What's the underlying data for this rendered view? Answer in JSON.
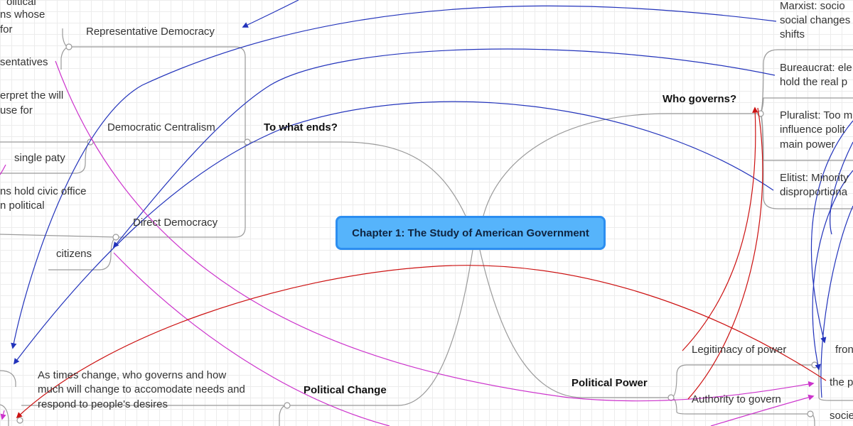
{
  "center_topic": "Chapter 1: The Study of American Government",
  "branches": {
    "to_what_ends": {
      "label": "To what ends?",
      "children": {
        "representative_democracy": {
          "label": "Representative Democracy",
          "notes": [
            "olitical",
            "ns whose",
            "for",
            "sentatives"
          ]
        },
        "democratic_centralism": {
          "label": "Democratic Centralism",
          "notes": [
            "erpret the will",
            "use for",
            "single paty"
          ]
        },
        "direct_democracy": {
          "label": "Direct Democracy",
          "notes": [
            "ns hold civic office",
            "n political",
            "citizens"
          ]
        }
      }
    },
    "who_governs": {
      "label": "Who governs?",
      "children": {
        "marxist": [
          "Marxist: socio",
          "social changes",
          "shifts"
        ],
        "bureaucrat": [
          "Bureaucrat: ele",
          "hold the real p"
        ],
        "pluralist": [
          "Pluralist: Too m",
          "influence polit",
          "main power"
        ],
        "elitist": [
          "Elitist: Minority",
          "disproportiona"
        ]
      }
    },
    "political_change": {
      "label": "Political Change",
      "note": [
        "As times change, who governs and how",
        "much will change to accomodate needs and",
        "respond to people's desires"
      ]
    },
    "political_power": {
      "label": "Political Power",
      "children": {
        "legitimacy": {
          "label": "Legitimacy of power",
          "notes": [
            "fron",
            "the p"
          ]
        },
        "authority": {
          "label": "Authority to govern",
          "notes": [
            "socie"
          ]
        }
      }
    }
  },
  "colors": {
    "center_fill": "#56b4fb",
    "center_border": "#2c8ef0",
    "connector": "#9a9a9a",
    "link_blue": "#2233bb",
    "link_magenta": "#cc33cc",
    "link_red": "#cc1111"
  }
}
